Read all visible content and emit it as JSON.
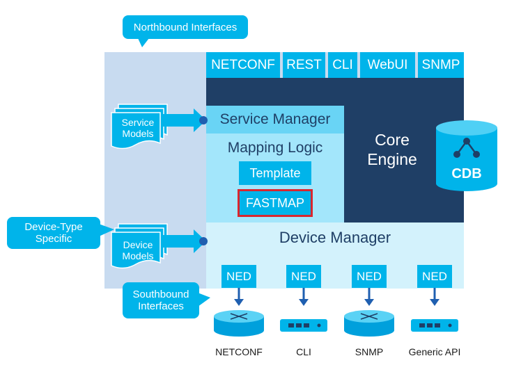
{
  "callouts": {
    "northbound": "Northbound Interfaces",
    "device_type_line1": "Device-Type",
    "device_type_line2": "Specific",
    "southbound_line1": "Southbound",
    "southbound_line2": "Interfaces"
  },
  "northbound_interfaces": [
    "NETCONF",
    "REST",
    "CLI",
    "WebUI",
    "SNMP"
  ],
  "model_stacks": {
    "service_line1": "Service",
    "service_line2": "Models",
    "device_line1": "Device",
    "device_line2": "Models"
  },
  "blocks": {
    "service_manager": "Service Manager",
    "mapping_logic": "Mapping Logic",
    "template": "Template",
    "fastmap": "FASTMAP",
    "core_line1": "Core",
    "core_line2": "Engine",
    "cdb": "CDB",
    "device_manager": "Device Manager"
  },
  "neds": [
    "NED",
    "NED",
    "NED",
    "NED"
  ],
  "southbound_protocols": [
    "NETCONF",
    "CLI",
    "SNMP",
    "Generic API"
  ],
  "colors": {
    "cyan": "#00b4ea",
    "navy": "#1f3f66",
    "panel": "#c8dbf0",
    "highlight": "#d9262e"
  }
}
